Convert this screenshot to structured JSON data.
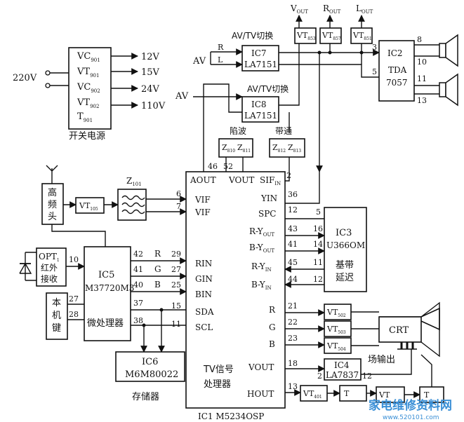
{
  "power_supply": {
    "title": "开关电源",
    "input": "220V",
    "devices": [
      "VC",
      "VT",
      "VC",
      "VT",
      "T"
    ],
    "device_subs": [
      "901",
      "901",
      "902",
      "902",
      "901"
    ],
    "outputs": [
      "12V",
      "15V",
      "24V",
      "110V"
    ]
  },
  "top": {
    "vout": "V",
    "vout_sub": "OUT",
    "rout": "R",
    "rout_sub": "OUT",
    "lout": "L",
    "lout_sub": "OUT",
    "vt853": "VT",
    "vt853_sub": "853",
    "vt857": "VT",
    "vt857_sub": "857",
    "vt851": "VT",
    "vt851_sub": "851"
  },
  "ic7": {
    "switch_label": "AV/TV切换",
    "name": "IC7",
    "part": "LA7151",
    "av": "AV",
    "r": "R",
    "l": "L"
  },
  "ic8": {
    "switch_label": "AV/TV切换",
    "name": "IC8",
    "part": "LA7151",
    "av": "AV"
  },
  "ic2": {
    "name": "IC2",
    "part1": "TDA",
    "part2": "7057",
    "pins": [
      "3",
      "5",
      "8",
      "10",
      "11",
      "13"
    ]
  },
  "filters": {
    "notch_label": "陷波",
    "band_label": "带通",
    "z1": "Z",
    "z1_sub": "810",
    "z2": "Z",
    "z2_sub": "811",
    "z3": "Z",
    "z3_sub": "812",
    "z4": "Z",
    "z4_sub": "813",
    "p46": "46",
    "p52": "52"
  },
  "tuner": {
    "label_1": "高",
    "label_2": "频",
    "label_3": "头",
    "vt": "VT",
    "vt_sub": "105",
    "z": "Z",
    "z_sub": "101"
  },
  "ic1": {
    "name": "IC1  M5234OSP",
    "label_1": "TV信号",
    "label_2": "处理器",
    "aout": "AOUT",
    "vout": "VOUT",
    "sif": "SIF",
    "sif_sub": "IN",
    "sif_pin": "2",
    "left_pins": [
      {
        "num": "6",
        "name": "VIF"
      },
      {
        "num": "7",
        "name": "VIF"
      },
      {
        "num": "29",
        "name": "RIN"
      },
      {
        "num": "27",
        "name": "GIN"
      },
      {
        "num": "25",
        "name": "BIN"
      },
      {
        "num": "15",
        "name": "SDA"
      },
      {
        "num": "11",
        "name": "SCL"
      }
    ],
    "right_pins": [
      {
        "num": "36",
        "name": "YIN",
        "sub": ""
      },
      {
        "num": "12",
        "name": "SPC",
        "sub": ""
      },
      {
        "num": "43",
        "name": "R-Y",
        "sub": "OUT"
      },
      {
        "num": "41",
        "name": "B-Y",
        "sub": "OUT"
      },
      {
        "num": "45",
        "name": "R-Y",
        "sub": "IN"
      },
      {
        "num": "44",
        "name": "B-Y",
        "sub": "IN"
      },
      {
        "num": "21",
        "name": "R",
        "sub": ""
      },
      {
        "num": "22",
        "name": "G",
        "sub": ""
      },
      {
        "num": "23",
        "name": "B",
        "sub": ""
      },
      {
        "num": "18",
        "name": "VOUT",
        "sub": ""
      },
      {
        "num": "13",
        "name": "HOUT",
        "sub": ""
      }
    ]
  },
  "ic3": {
    "name": "IC3",
    "part": "U366OM",
    "label_1": "基带",
    "label_2": "延迟",
    "pins": [
      "5",
      "16",
      "14",
      "11",
      "12"
    ]
  },
  "ic5": {
    "name": "IC5",
    "part": "M37720M3",
    "label": "微处理器",
    "pins": [
      "10",
      "42",
      "41",
      "40",
      "37",
      "38",
      "27",
      "28"
    ],
    "sig_r": "R",
    "sig_g": "G",
    "sig_b": "B"
  },
  "opt": {
    "label_1": "OPT",
    "sub": "1",
    "label_2": "红外",
    "label_3": "接收"
  },
  "keys": {
    "label_1": "本",
    "label_2": "机",
    "label_3": "键"
  },
  "ic6": {
    "name": "IC6",
    "part": "M6M80022",
    "caption": "存储器"
  },
  "video_out": {
    "vt502": "VT",
    "vt502_sub": "502",
    "vt503": "VT",
    "vt503_sub": "503",
    "vt504": "VT",
    "vt504_sub": "504",
    "crt": "CRT"
  },
  "ic4": {
    "name": "IC4",
    "part": "LA7837",
    "pin_in": "2",
    "pin_out": "12",
    "caption": "场输出"
  },
  "hout": {
    "vt401": "VT",
    "vt401_sub": "401",
    "t_mid": "T",
    "vt402": "VT",
    "t_end": "T"
  },
  "watermark": {
    "text": "家电维修资料网",
    "url": "www.520101.com"
  }
}
